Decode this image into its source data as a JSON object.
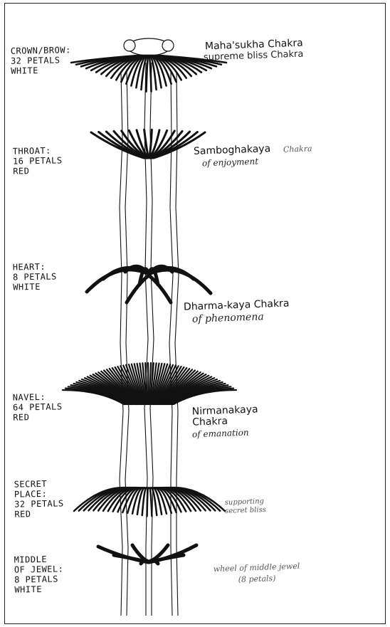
{
  "chakras": [
    {
      "location": "CROWN/BROW:\n32 PETALS\nWHITE",
      "name": "Maha'sukha Chakra",
      "meaning": "supreme bliss Chakra"
    },
    {
      "location": "THROAT:\n16 PETALS\nRED",
      "name": "Samboghakaya",
      "name_pencil": "Chakra",
      "meaning": "of enjoyment"
    },
    {
      "location": "HEART:\n8 PETALS\nWHITE",
      "name": "Dharma-kaya Chakra",
      "meaning": "of phenomena"
    },
    {
      "location": "NAVEL:\n64 PETALS\nRED",
      "name": "Nirmanakaya\nChakra",
      "meaning": "of emanation"
    },
    {
      "location": "SECRET\nPLACE:\n32 PETALS\nRED",
      "meaning": "supporting\nsecret bliss"
    },
    {
      "location": "MIDDLE\nOF JEWEL:\n8 PETALS\nWHITE",
      "meaning": "wheel of middle jewel\n(8 petals)"
    }
  ],
  "colors": {
    "ink": "#111111",
    "pencil": "#555555",
    "paper": "#ffffff"
  }
}
